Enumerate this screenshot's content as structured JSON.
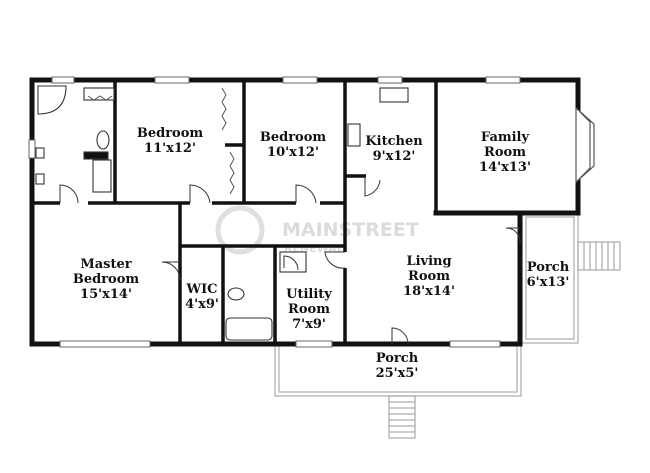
{
  "watermark": {
    "brand": "MAINSTREET",
    "subtitle": "RENEWAL"
  },
  "rooms": [
    {
      "id": "bedroom-1",
      "name": "Bedroom",
      "size": "11'x12'"
    },
    {
      "id": "bedroom-2",
      "name": "Bedroom",
      "size": "10'x12'"
    },
    {
      "id": "kitchen",
      "name": "Kitchen",
      "size": "9'x12'"
    },
    {
      "id": "family-room",
      "name_line1": "Family",
      "name_line2": "Room",
      "size": "14'x13'"
    },
    {
      "id": "master-bedroom",
      "name_line1": "Master",
      "name_line2": "Bedroom",
      "size": "15'x14'"
    },
    {
      "id": "wic",
      "name": "WIC",
      "size": "4'x9'"
    },
    {
      "id": "utility-room",
      "name_line1": "Utility",
      "name_line2": "Room",
      "size": "7'x9'"
    },
    {
      "id": "living-room",
      "name_line1": "Living",
      "name_line2": "Room",
      "size": "18'x14'"
    },
    {
      "id": "porch-side",
      "name": "Porch",
      "size": "6'x13'"
    },
    {
      "id": "porch-front",
      "name": "Porch",
      "size": "25'x5'"
    }
  ]
}
